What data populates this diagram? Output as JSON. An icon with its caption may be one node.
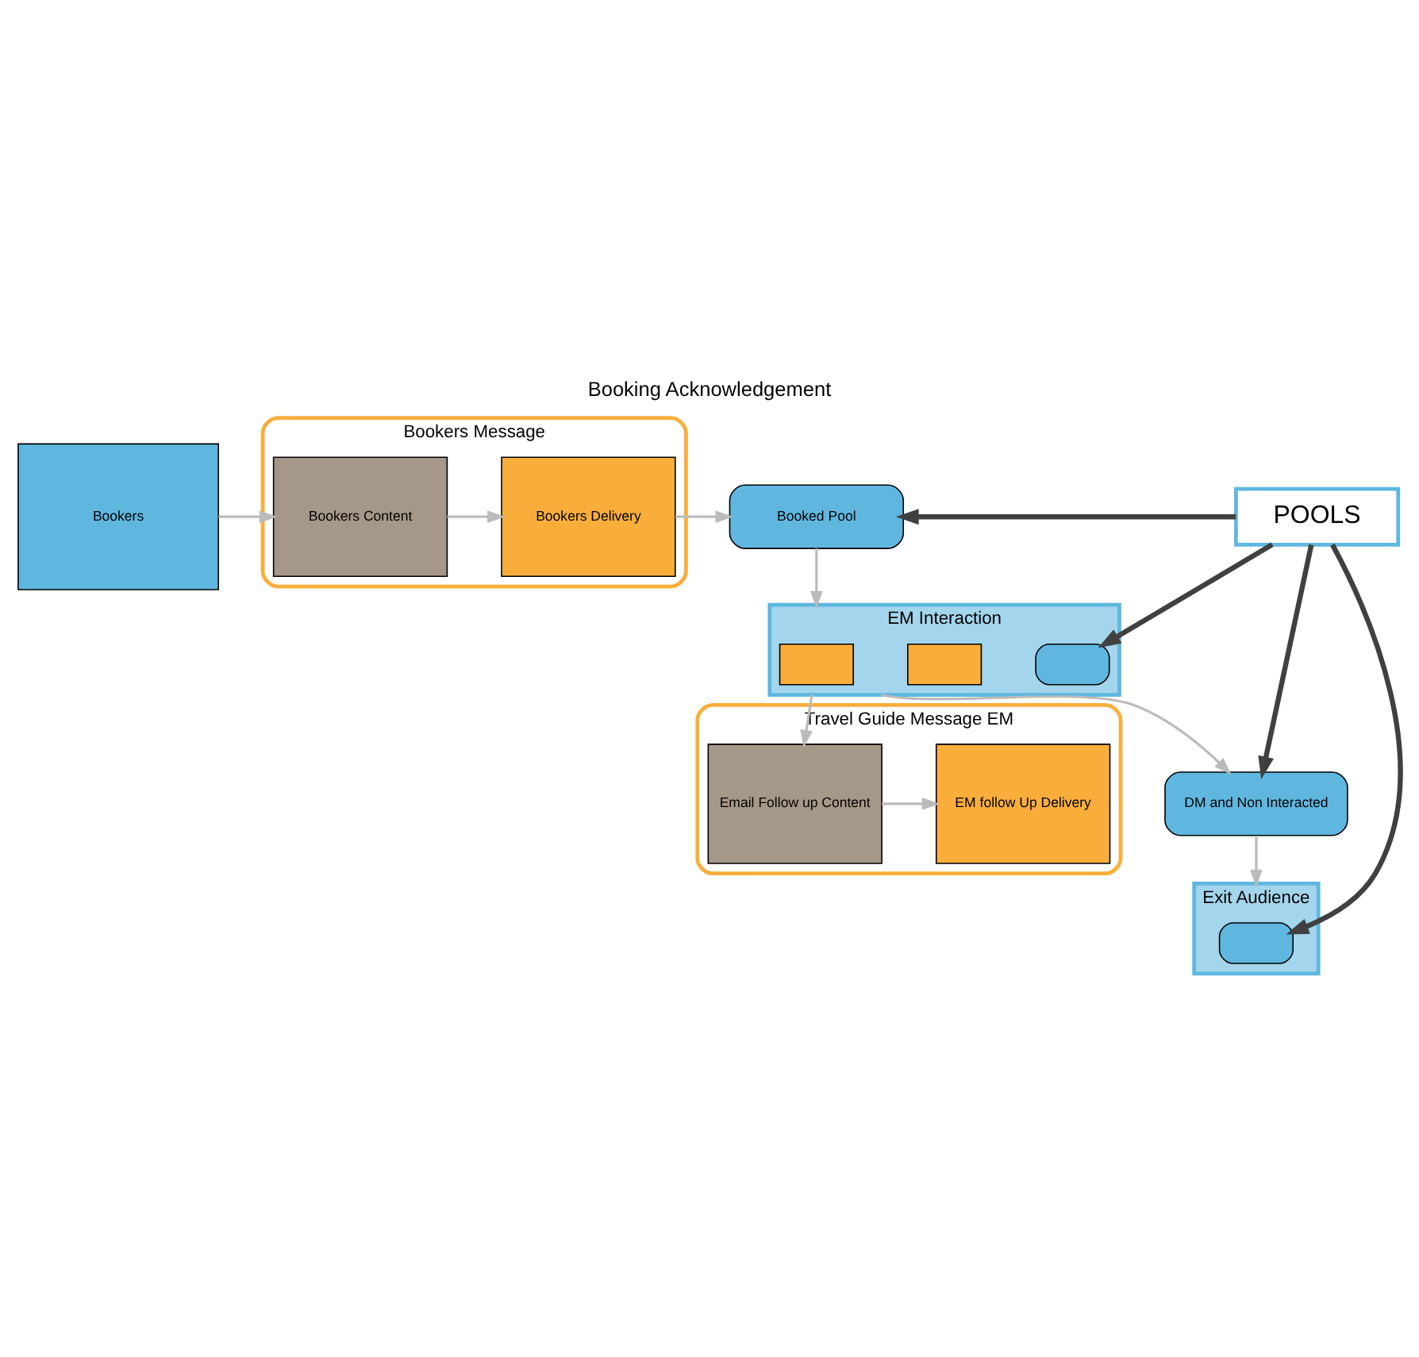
{
  "diagram": {
    "title": "Booking Acknowledgement",
    "nodes": [
      {
        "text": [
          "Bookers"
        ]
      },
      {
        "text": [
          "Bookers Message"
        ]
      },
      {
        "text": [
          "Bookers Content"
        ],
        "in": 1
      },
      {
        "text": [
          "Bookers Delivery"
        ],
        "in": 1
      },
      {
        "text": [
          "Booked Pool"
        ]
      },
      {
        "text": [
          "EM Interaction"
        ]
      },
      {
        "text": [],
        "shape": "box",
        "in": 5
      },
      {
        "text": [],
        "shape": "box",
        "in": 5
      },
      {
        "text": [],
        "shape": "box",
        "in": 5
      },
      {
        "text": [
          "Travel Guide Message EM"
        ]
      },
      {
        "text": [
          "Email Follow up Content"
        ],
        "in": 9
      },
      {
        "text": [
          "EM follow Up Delivery"
        ],
        "in": 9
      },
      {
        "text": [
          "DM and Non Interacted"
        ]
      },
      {
        "text": [
          "Exit Audience"
        ]
      },
      {
        "text": [],
        "shape": "box",
        "in": 13
      },
      {
        "text": [
          "POOLS"
        ]
      }
    ],
    "edges": [
      {
        "from": 0,
        "to": 2,
        "arrow": "to"
      },
      {
        "from": 2,
        "to": 3,
        "arrow": "to"
      },
      {
        "from": 3,
        "to": 4,
        "arrow": "to"
      },
      {
        "from": 4,
        "to": 5,
        "arrow": "to"
      },
      {
        "from": 5,
        "to": 10,
        "arrow": "to"
      },
      {
        "from": 10,
        "to": 11,
        "arrow": "to"
      },
      {
        "from": 5,
        "to": 12,
        "arrow": "to"
      },
      {
        "from": 12,
        "to": 13,
        "arrow": "to"
      },
      {
        "from": 15,
        "to": 8,
        "arrow": "to",
        "style": "thick",
        "color": "#404040"
      },
      {
        "from": 15,
        "to": 12,
        "arrow": "to",
        "style": "thick",
        "color": "#404040"
      },
      {
        "from": 15,
        "to": 4,
        "arrow": "to",
        "style": "thick",
        "color": "#404040"
      },
      {
        "from": 15,
        "to": 14,
        "arrow": "to",
        "style": "thick",
        "color": "#404040"
      }
    ]
  }
}
